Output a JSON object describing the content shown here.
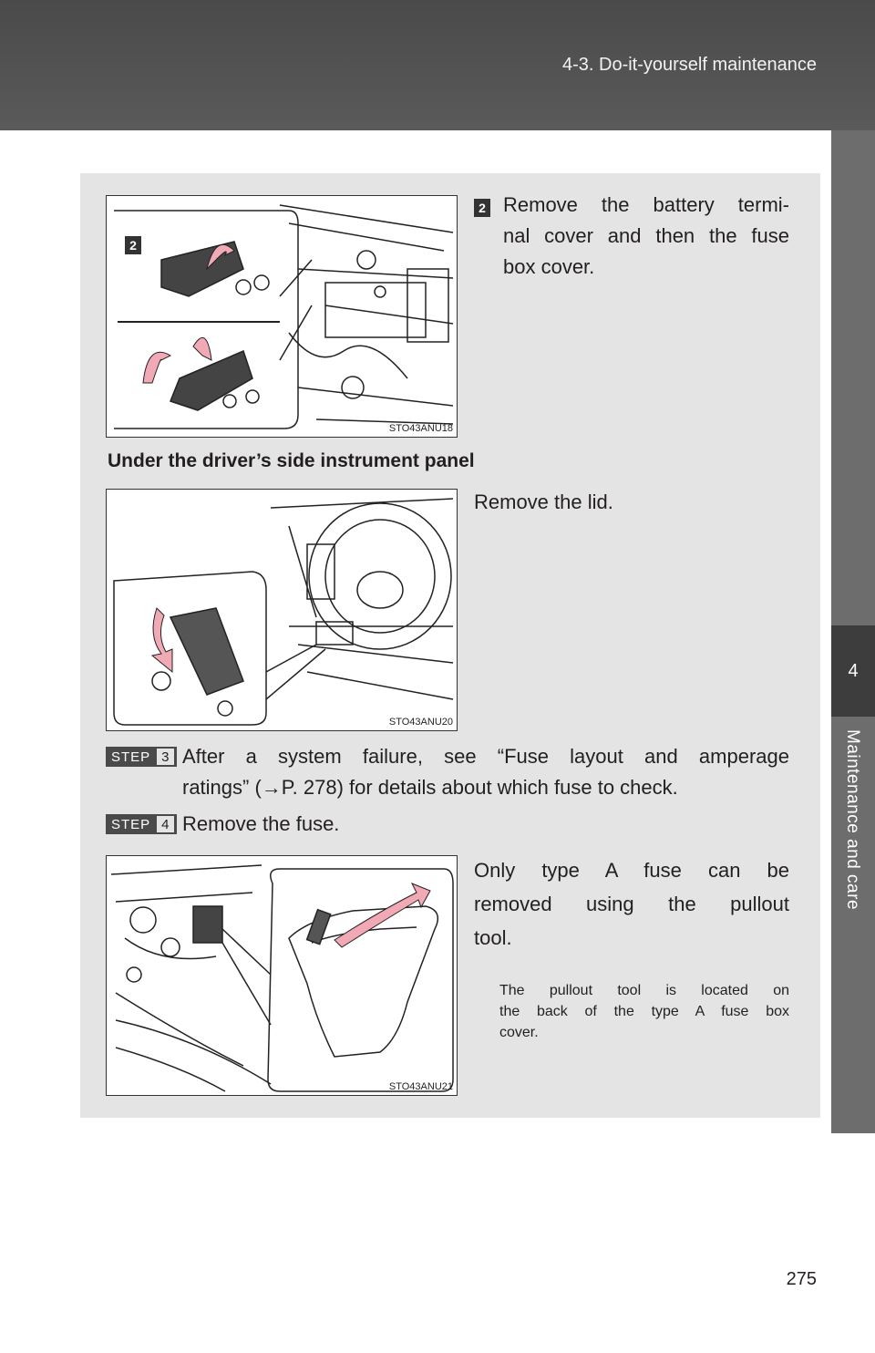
{
  "header": {
    "title": "4-3. Do-it-yourself maintenance"
  },
  "side_tab": {
    "number": "4",
    "label": "Maintenance and care"
  },
  "step_2b": {
    "marker": "2",
    "text": "Remove the battery termi-nal cover and then the fuse box cover.",
    "line1": "Remove the battery termi-",
    "line2": "nal cover and then the fuse",
    "line3": "box cover."
  },
  "figures": {
    "fig1_code": "STO43ANU18",
    "fig1_marker": "2",
    "fig2_code": "STO43ANU20",
    "fig3_code": "STO43ANU21"
  },
  "section": {
    "heading": "Under the driver’s side instrument panel",
    "remove_lid": "Remove the lid."
  },
  "step3": {
    "label": "STEP",
    "number": "3",
    "line1": "After a system failure, see “Fuse layout and amperage",
    "line2": "ratings” (→P. 278) for details about which fuse to check."
  },
  "step4": {
    "label": "STEP",
    "number": "4",
    "text": "Remove the fuse."
  },
  "type_a": {
    "line1": "Only type A fuse can be",
    "line2": "removed using the pullout",
    "line3": "tool.",
    "note_line1": "The pullout tool is located on",
    "note_line2": "the back of the type A fuse box",
    "note_line3": "cover."
  },
  "page_number": "275",
  "colors": {
    "header": "#4a4a4a",
    "panel": "#e4e4e4",
    "arrow": "#f2a9b6",
    "tab_dark": "#3d3d3d"
  }
}
